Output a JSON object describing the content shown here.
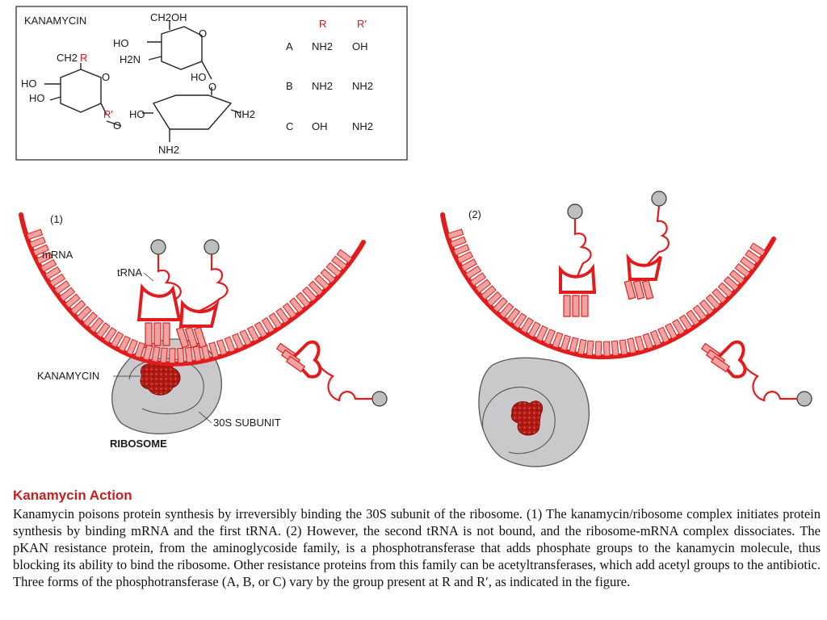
{
  "colors": {
    "mrna_red": "#e21c1c",
    "base_pink": "#f2a2a0",
    "ribosome_gray": "#c9c9cb",
    "kanamycin_dark": "#b21a12",
    "caption_title_red": "#c8201f"
  },
  "structure_box": {
    "compound_name": "KANAMYCIN",
    "groups": [
      "CH2OH",
      "HO",
      "H2N",
      "HO",
      "HO",
      "HO",
      "HO",
      "NH2",
      "NH2"
    ],
    "ch2r_prefix": "CH2",
    "r_label": "R",
    "r_prime_label": "R′",
    "ring_oxygen": "O",
    "table": {
      "headers": [
        "R",
        "R′"
      ],
      "rows": [
        {
          "label": "A",
          "r": "NH2",
          "r_prime": "OH"
        },
        {
          "label": "B",
          "r": "NH2",
          "r_prime": "NH2"
        },
        {
          "label": "C",
          "r": "OH",
          "r_prime": "NH2"
        }
      ]
    }
  },
  "panel1": {
    "number": "(1)",
    "labels": {
      "mrna": "mRNA",
      "trna": "tRNA",
      "kanamycin": "KANAMYCIN",
      "subunit": "30S SUBUNIT",
      "ribosome": "RIBOSOME"
    }
  },
  "panel2": {
    "number": "(2)"
  },
  "caption": {
    "title": "Kanamycin Action",
    "body": "Kanamycin poisons protein synthesis by irreversibly binding the 30S subunit of the ribosome. (1) The kanamycin/ribosome complex initiates protein synthesis by binding mRNA and the first tRNA. (2) However, the second tRNA is not bound, and the ribosome-mRNA complex dissociates. The pKAN resistance protein, from the aminoglycoside family, is a phosphotransferase that adds phosphate groups to the kanamycin molecule, thus blocking its ability to bind the ribosome. Other resistance proteins from this family can be acetyltransferases, which add acetyl groups to the antibiotic. Three forms of the phosphotransferase (A, B, or C) vary by the group present at R and R′, as indicated in the figure."
  }
}
